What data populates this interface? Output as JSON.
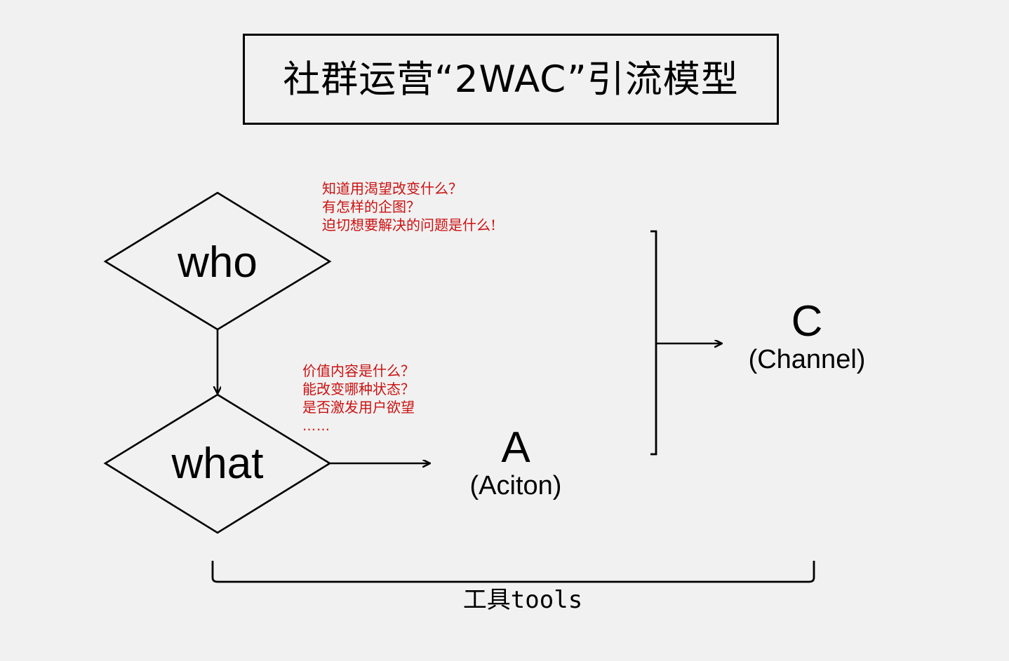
{
  "page": {
    "background_color": "#f1f1f1",
    "stroke_color": "#000000",
    "annotation_color": "#cc1111"
  },
  "title": {
    "text": "社群运营“2WAC”引流模型"
  },
  "nodes": {
    "who": {
      "label": "who"
    },
    "what": {
      "label": "what"
    }
  },
  "annotations": {
    "who": {
      "line1": "知道用渴望改变什么？",
      "line2": "有怎样的企图？",
      "line3": "迫切想要解决的问题是什么!"
    },
    "what": {
      "line1": "价值内容是什么？",
      "line2": "能改变哪种状态？",
      "line3": "是否激发用户欲望",
      "line4": "……"
    }
  },
  "outputs": {
    "action": {
      "letter": "A",
      "sub": "(Aciton)"
    },
    "channel": {
      "letter": "C",
      "sub": "(Channel)"
    }
  },
  "tools": {
    "label": "工具tools"
  }
}
